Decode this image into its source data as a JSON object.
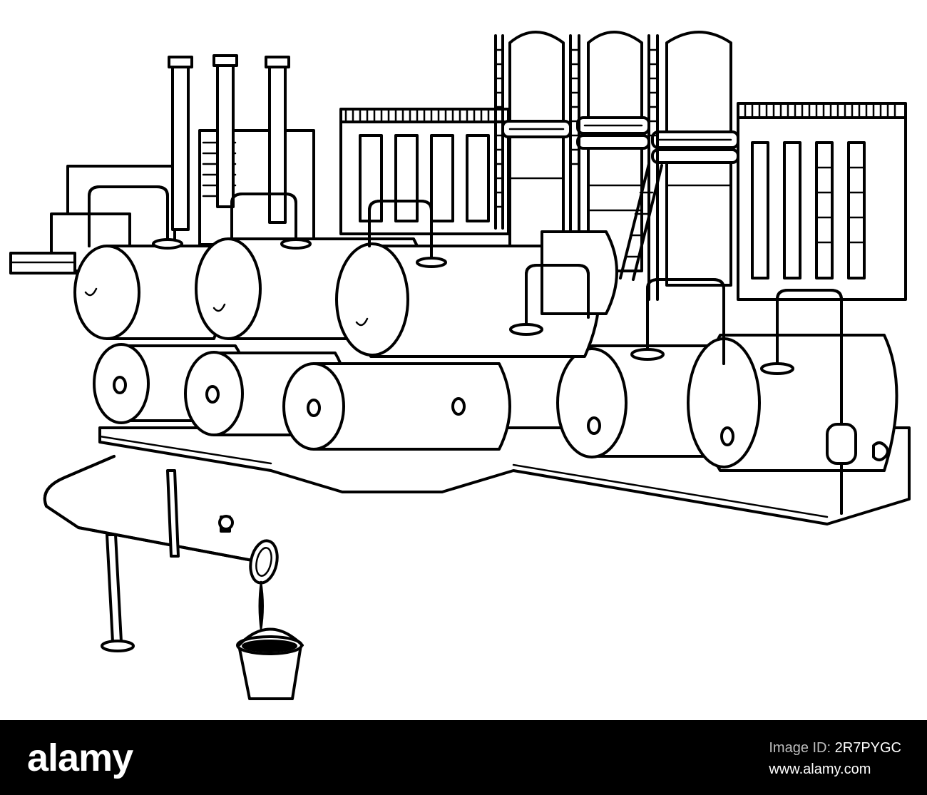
{
  "footer": {
    "brand": "alamy",
    "image_id_label": "Image ID:",
    "image_id": "2R7PYGC",
    "site": "www.alamy.com"
  },
  "icons": [
    "refinery-illustration",
    "bucket-icon"
  ],
  "colors": {
    "line": "#000000",
    "background": "#ffffff",
    "footer": "#000000"
  }
}
